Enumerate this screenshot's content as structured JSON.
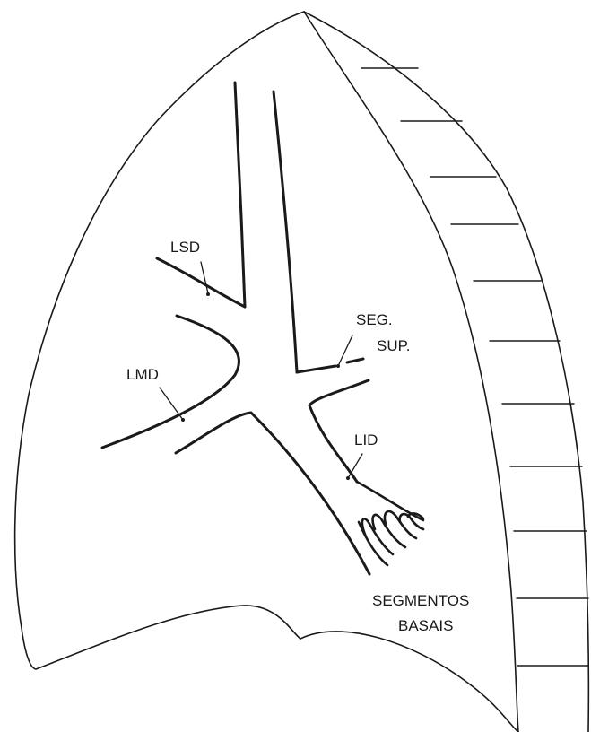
{
  "labels": {
    "lsd": "LSD",
    "lmd": "LMD",
    "seg_sup_line1": "SEG.",
    "seg_sup_line2": "SUP.",
    "lid": "LID",
    "segmentos_line1": "SEGMENTOS",
    "segmentos_line2": "BASAIS"
  },
  "colors": {
    "stroke": "#1a1a1a",
    "background": "#ffffff"
  },
  "rib_count": 11
}
